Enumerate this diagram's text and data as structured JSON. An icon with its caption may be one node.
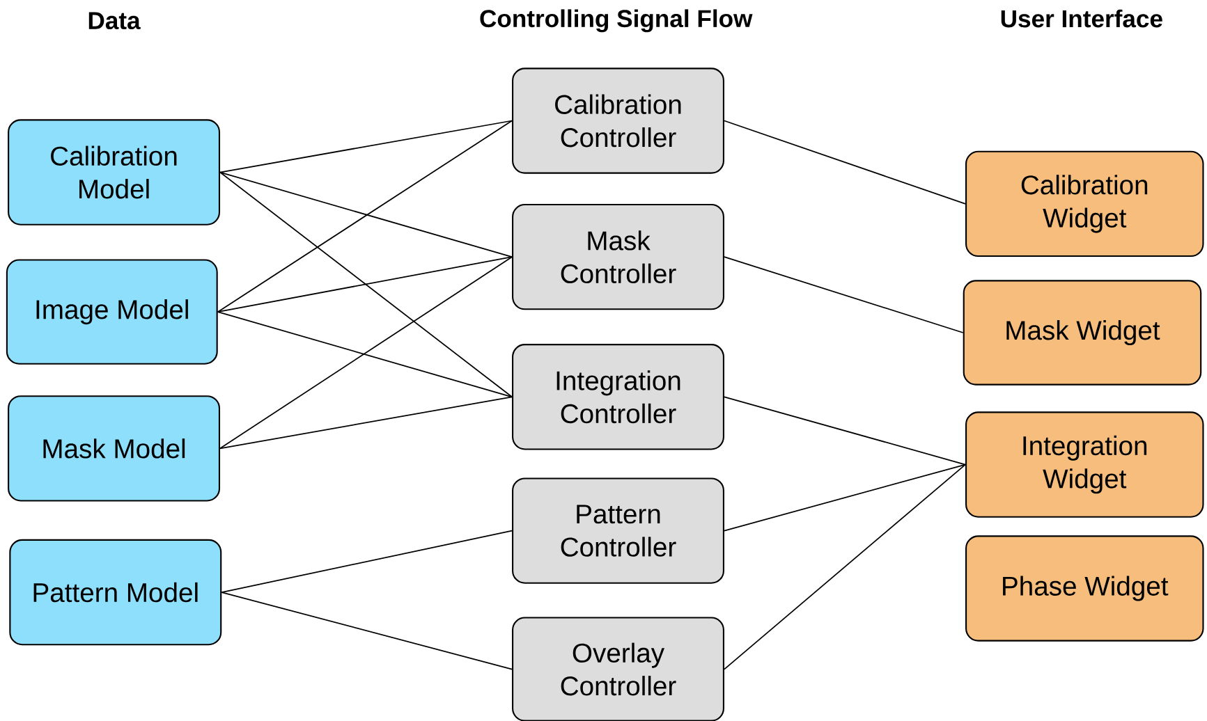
{
  "diagram": {
    "nodes": [
      {
        "text": [
          "Calibration Model"
        ]
      },
      {
        "text": [
          "Image Model"
        ]
      },
      {
        "text": [
          "Mask Model"
        ]
      },
      {
        "text": [
          "Pattern Model"
        ]
      },
      {
        "text": [
          "Calibration Controller"
        ]
      },
      {
        "text": [
          "Mask Controller"
        ]
      },
      {
        "text": [
          "Integration Controller"
        ]
      },
      {
        "text": [
          "Pattern Controller"
        ]
      },
      {
        "text": [
          "Overlay Controller"
        ]
      },
      {
        "text": [
          "Calibration Widget"
        ]
      },
      {
        "text": [
          "Mask Widget"
        ]
      },
      {
        "text": [
          "Integration Widget"
        ]
      },
      {
        "text": [
          "Phase Widget"
        ]
      }
    ],
    "edges": [
      {
        "from": 0,
        "to": 4,
        "arrow": "none"
      },
      {
        "from": 0,
        "to": 5,
        "arrow": "none"
      },
      {
        "from": 0,
        "to": 6,
        "arrow": "none"
      },
      {
        "from": 1,
        "to": 4,
        "arrow": "none"
      },
      {
        "from": 1,
        "to": 5,
        "arrow": "none"
      },
      {
        "from": 1,
        "to": 6,
        "arrow": "none"
      },
      {
        "from": 2,
        "to": 5,
        "arrow": "none"
      },
      {
        "from": 2,
        "to": 6,
        "arrow": "none"
      },
      {
        "from": 3,
        "to": 7,
        "arrow": "none"
      },
      {
        "from": 3,
        "to": 8,
        "arrow": "none"
      },
      {
        "from": 4,
        "to": 9,
        "arrow": "none"
      },
      {
        "from": 5,
        "to": 10,
        "arrow": "none"
      },
      {
        "from": 6,
        "to": 11,
        "arrow": "none"
      },
      {
        "from": 7,
        "to": 11,
        "arrow": "none"
      },
      {
        "from": 8,
        "to": 11,
        "arrow": "none"
      }
    ],
    "labels": [
      "Data",
      "Controlling Signal Flow",
      "User Interface"
    ]
  }
}
